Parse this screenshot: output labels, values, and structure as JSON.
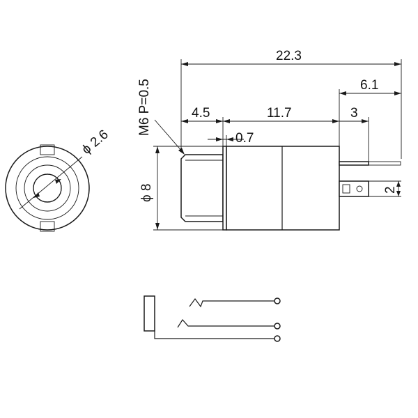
{
  "drawing": {
    "dimensions": {
      "overall_length": "22.3",
      "terminal_offset": "6.1",
      "thread_length": "4.5",
      "body_length": "11.7",
      "flange_thickness": "0.7",
      "terminal_gap": "3",
      "terminal_height": "2",
      "body_diameter": "ϕ 8",
      "hole_diameter": "ϕ 2.6",
      "thread_spec": "M6 P=0.5"
    }
  },
  "colors": {
    "line": "#1a1a1a",
    "background": "#ffffff"
  }
}
